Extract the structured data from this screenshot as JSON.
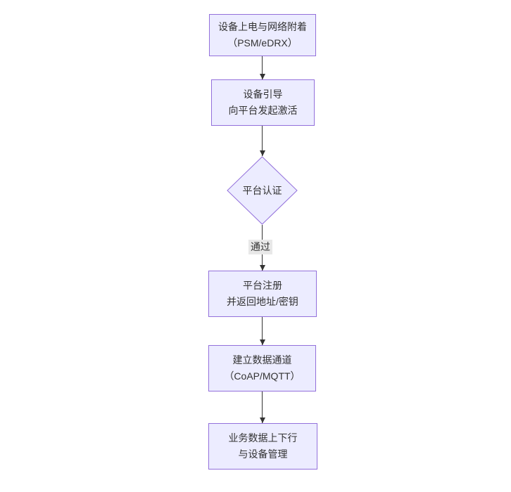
{
  "diagram": {
    "type": "flowchart",
    "direction": "top-down",
    "nodes": [
      {
        "id": "A",
        "shape": "rect",
        "lines": [
          "设备上电与网络附着",
          "（PSM/eDRX）"
        ]
      },
      {
        "id": "B",
        "shape": "rect",
        "lines": [
          "设备引导",
          "向平台发起激活"
        ]
      },
      {
        "id": "C",
        "shape": "diamond",
        "lines": [
          "平台认证"
        ]
      },
      {
        "id": "D",
        "shape": "rect",
        "lines": [
          "平台注册",
          "并返回地址/密钥"
        ]
      },
      {
        "id": "E",
        "shape": "rect",
        "lines": [
          "建立数据通道",
          "（CoAP/MQTT）"
        ]
      },
      {
        "id": "F",
        "shape": "rect",
        "lines": [
          "业务数据上下行",
          "与设备管理"
        ]
      }
    ],
    "edges": [
      {
        "from": "A",
        "to": "B",
        "label": ""
      },
      {
        "from": "B",
        "to": "C",
        "label": ""
      },
      {
        "from": "C",
        "to": "D",
        "label": "通过"
      },
      {
        "from": "D",
        "to": "E",
        "label": ""
      },
      {
        "from": "E",
        "to": "F",
        "label": ""
      }
    ]
  },
  "colors": {
    "background": "#ffffff",
    "node_fill": "#ECECFF",
    "node_border": "#9370DB",
    "text": "#333333",
    "edge": "#333333",
    "edge_label_bg": "#e8e8e8"
  }
}
